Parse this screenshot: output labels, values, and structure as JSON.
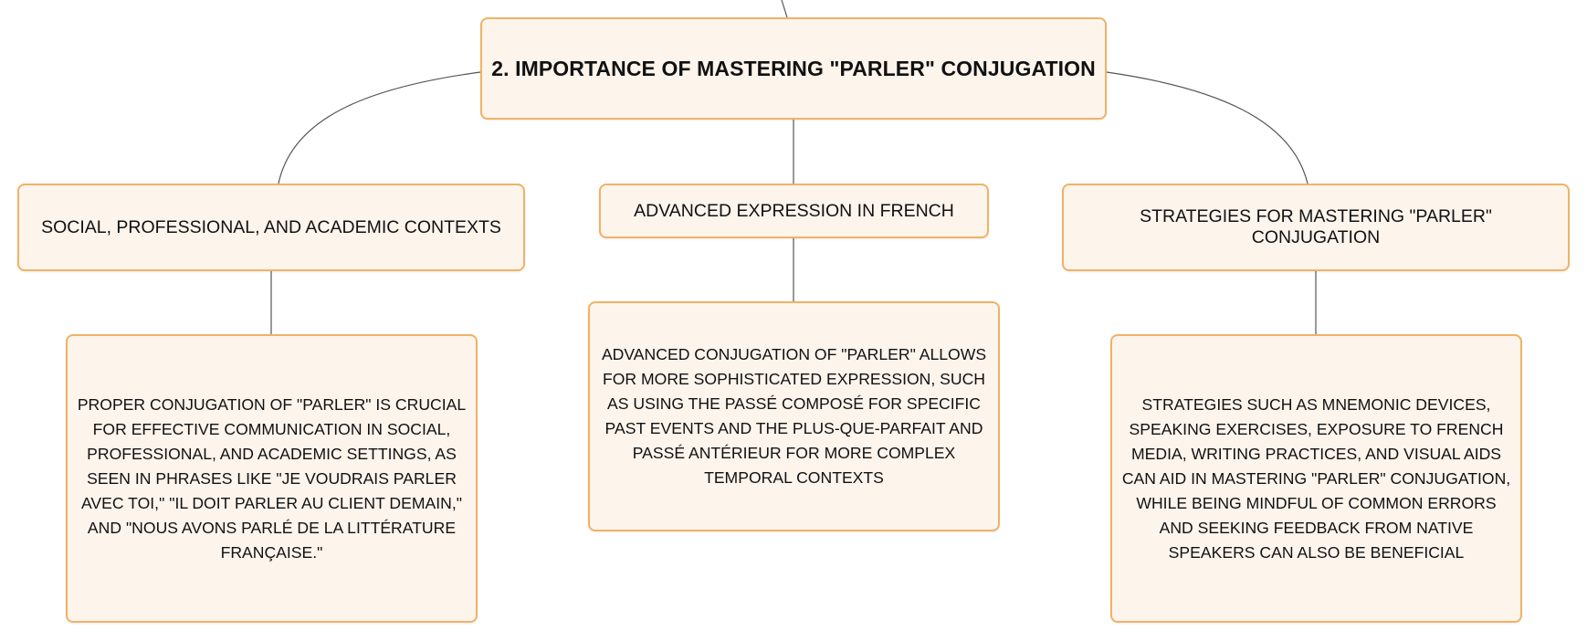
{
  "colors": {
    "node_fill": "#fdf4ec",
    "node_border": "#f0b266",
    "connector": "#555555",
    "text": "#111111"
  },
  "diagram": {
    "root": {
      "label": "2. IMPORTANCE OF MASTERING \"PARLER\" CONJUGATION"
    },
    "branches": [
      {
        "label": "SOCIAL, PROFESSIONAL, AND ACADEMIC CONTEXTS",
        "detail": "PROPER CONJUGATION OF \"PARLER\" IS CRUCIAL FOR EFFECTIVE COMMUNICATION IN SOCIAL, PROFESSIONAL, AND ACADEMIC SETTINGS, AS SEEN IN PHRASES LIKE \"JE VOUDRAIS PARLER AVEC TOI,\" \"IL DOIT PARLER AU CLIENT DEMAIN,\" AND \"NOUS AVONS PARLÉ DE LA LITTÉRATURE FRANÇAISE.\""
      },
      {
        "label": "ADVANCED EXPRESSION IN FRENCH",
        "detail": "ADVANCED CONJUGATION OF \"PARLER\" ALLOWS FOR MORE SOPHISTICATED EXPRESSION, SUCH AS USING THE PASSÉ COMPOSÉ FOR SPECIFIC PAST EVENTS AND THE PLUS-QUE-PARFAIT AND PASSÉ ANTÉRIEUR FOR MORE COMPLEX TEMPORAL CONTEXTS"
      },
      {
        "label": "STRATEGIES FOR MASTERING \"PARLER\" CONJUGATION",
        "detail": "STRATEGIES SUCH AS MNEMONIC DEVICES, SPEAKING EXERCISES, EXPOSURE TO FRENCH MEDIA, WRITING PRACTICES, AND VISUAL AIDS CAN AID IN MASTERING \"PARLER\" CONJUGATION, WHILE BEING MINDFUL OF COMMON ERRORS AND SEEKING FEEDBACK FROM NATIVE SPEAKERS CAN ALSO BE BENEFICIAL"
      }
    ]
  }
}
